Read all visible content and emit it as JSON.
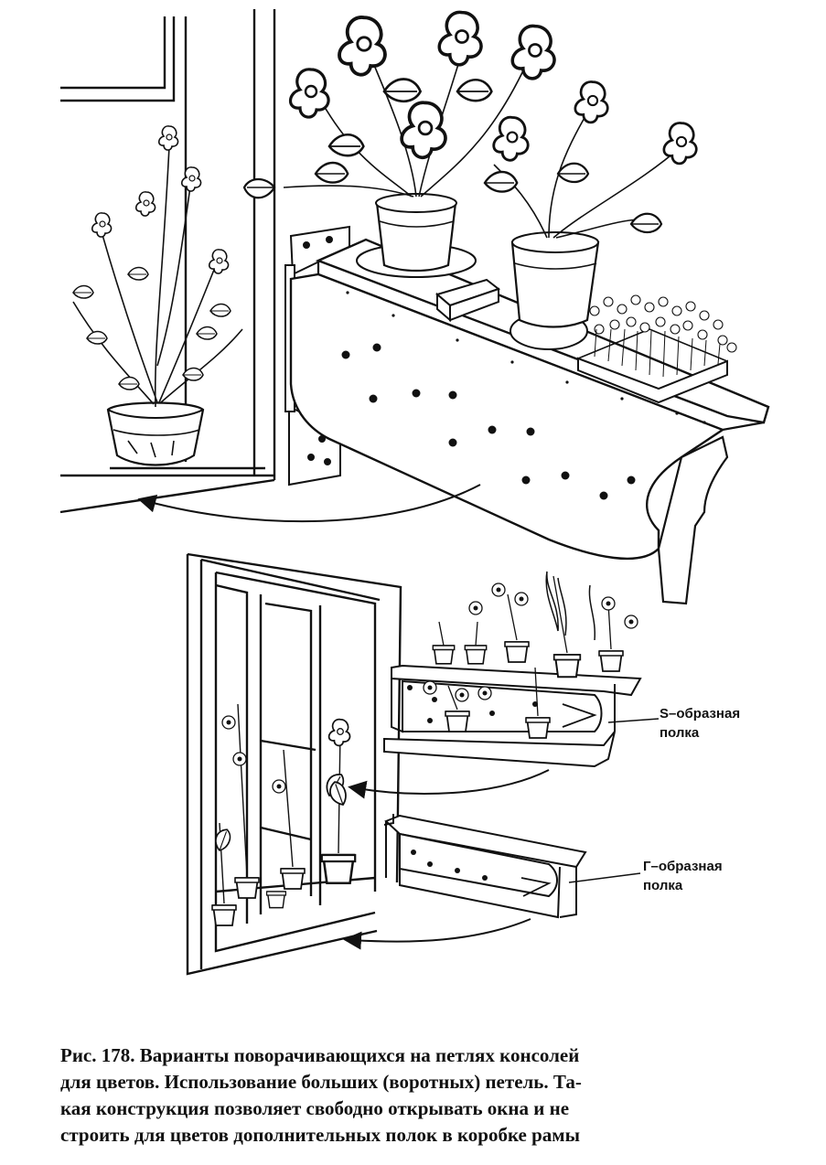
{
  "labels": {
    "s_shelf": [
      "S–образная",
      "полка"
    ],
    "g_shelf": [
      "Г–образная",
      "полка"
    ]
  },
  "caption": {
    "prefix": "Рис. 178.",
    "lines": [
      " Варианты поворачивающихся на петлях консолей",
      "для цветов. Использование больших (воротных) петель. Та-",
      "кая конструкция позволяет свободно открывать окна и не",
      "строить для цветов дополнительных полок в коробке рамы"
    ]
  },
  "icons": [
    "flower-pot-icon",
    "hinge-icon",
    "rotation-arrow-icon"
  ]
}
